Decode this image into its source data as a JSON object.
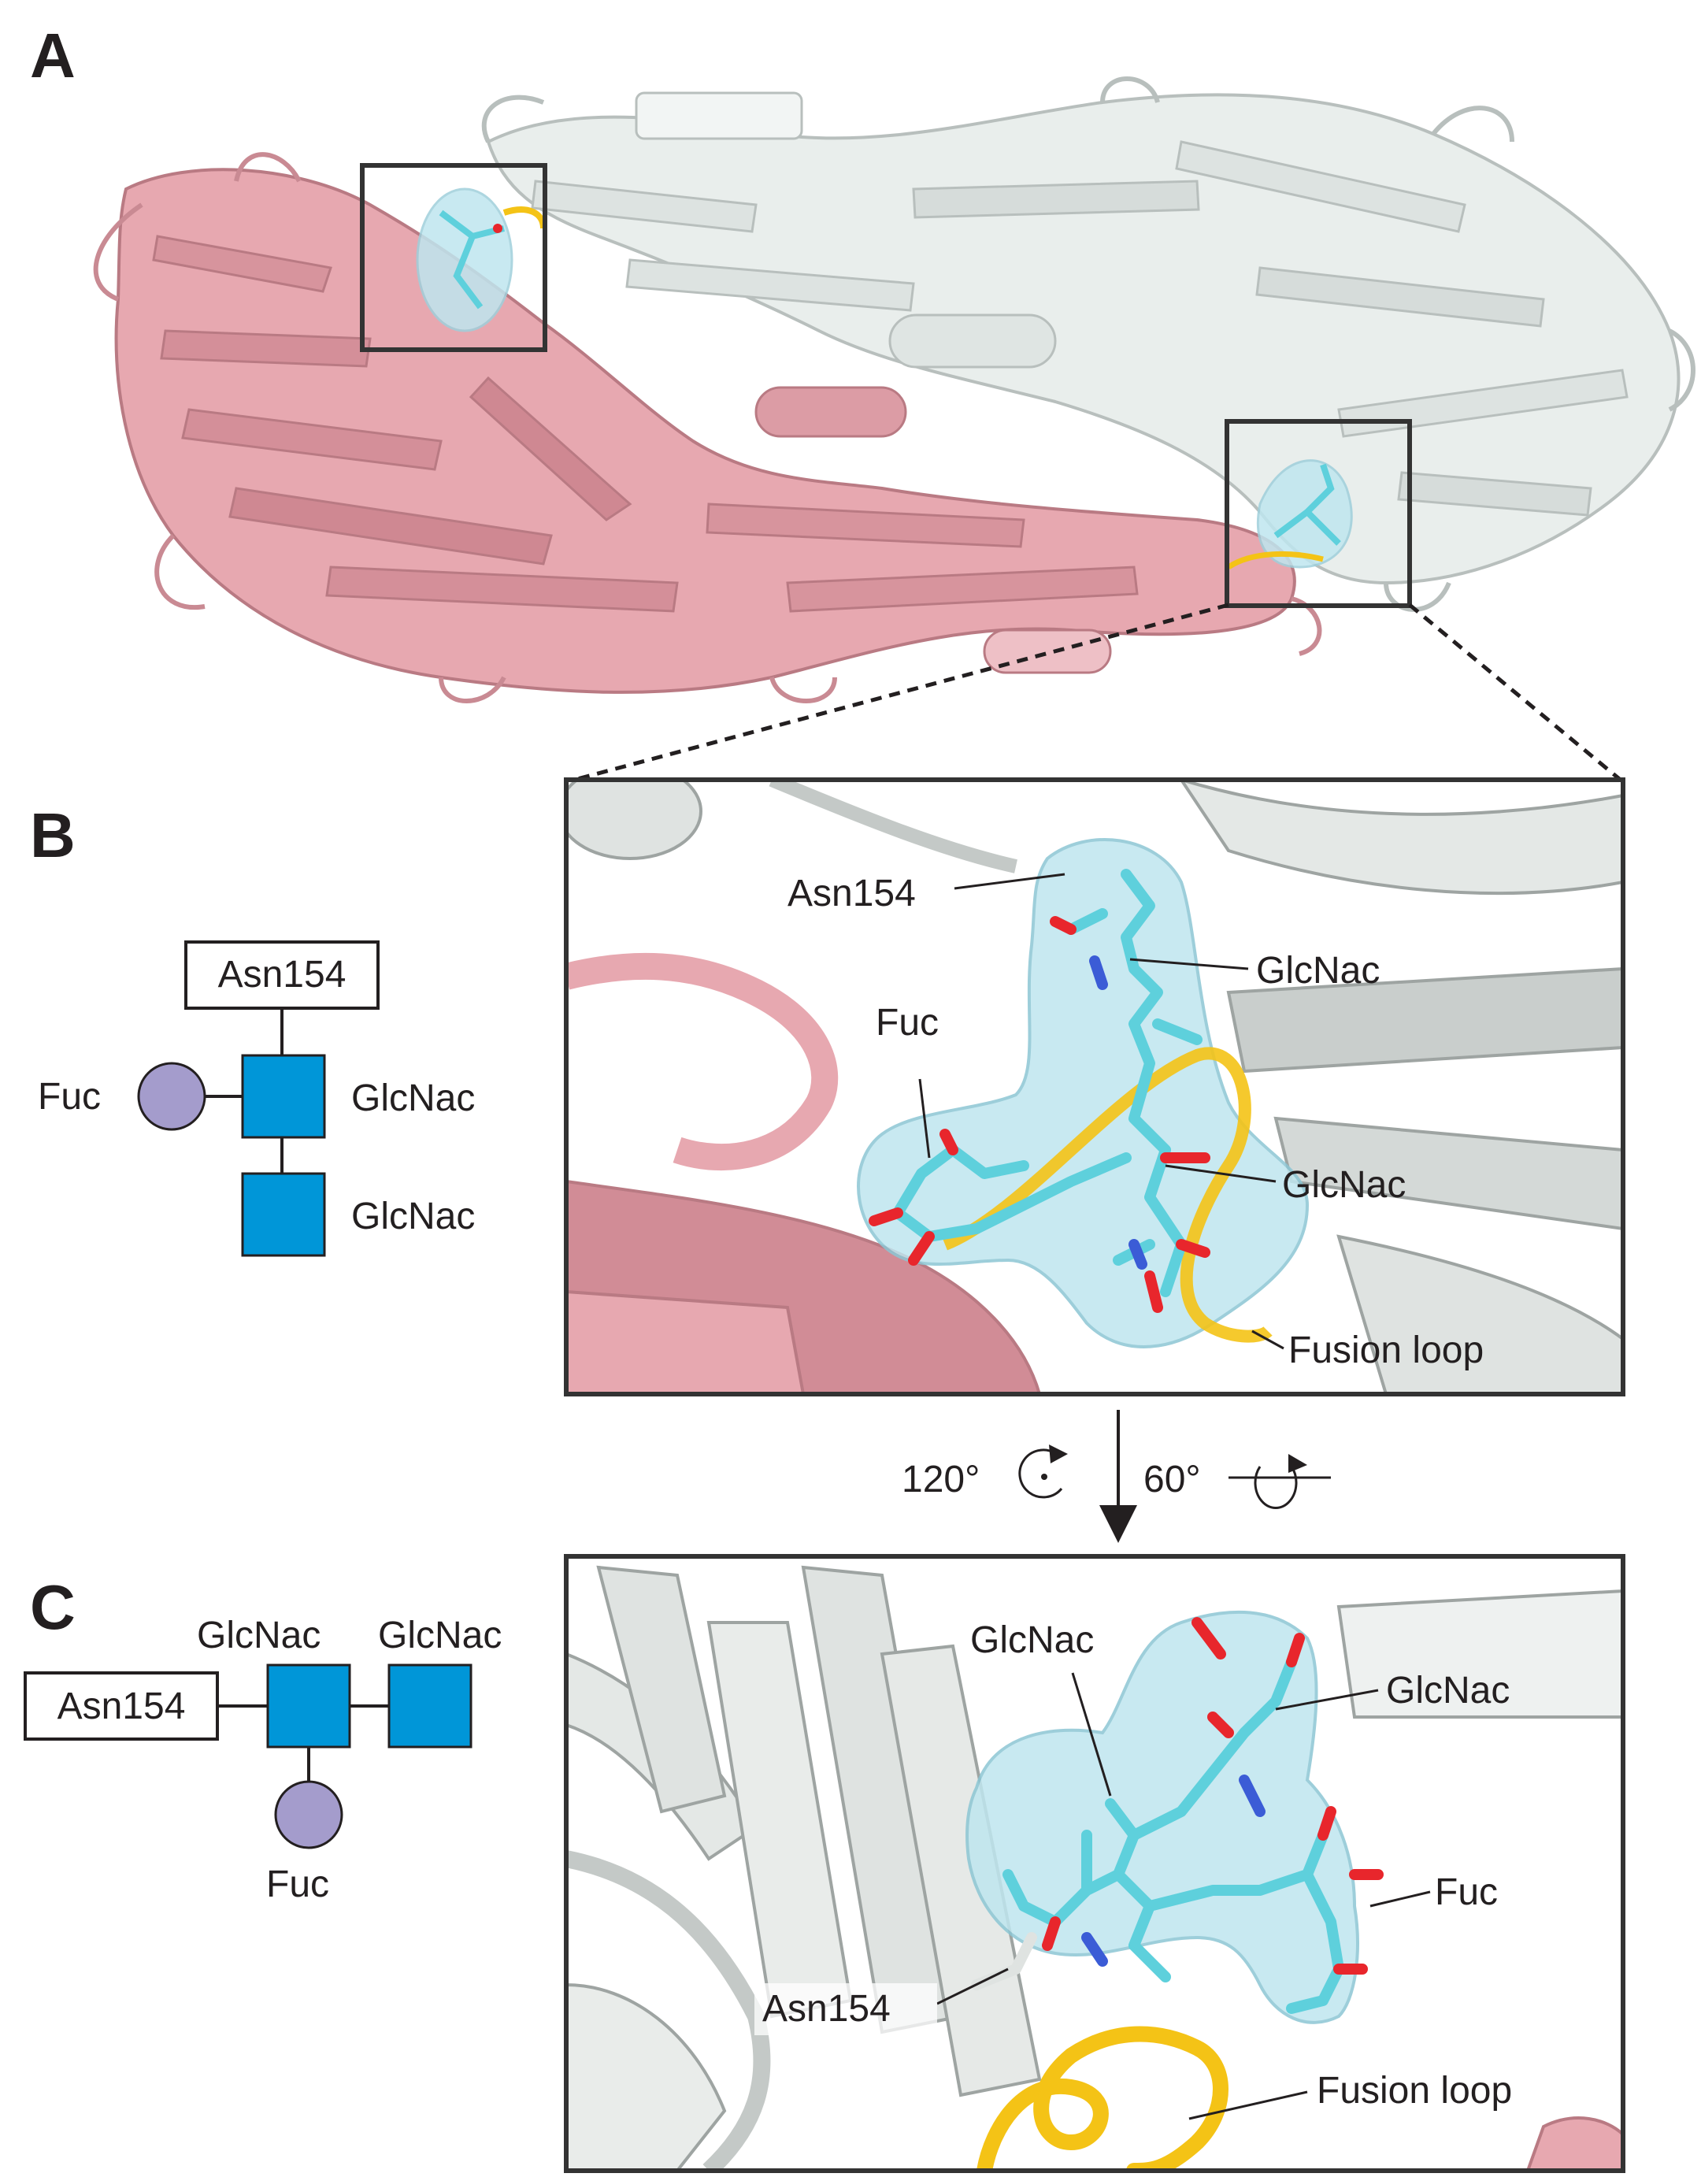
{
  "panels": {
    "a": "A",
    "b": "B",
    "c": "C"
  },
  "colors": {
    "chain_pink": "#e7a8b0",
    "chain_pink_dark": "#c98a93",
    "chain_white": "#e9eeec",
    "chain_white_edge": "#b8bfbd",
    "glycan_carbon": "#5ed0dc",
    "oxygen": "#e8262c",
    "nitrogen": "#3b5cd6",
    "density_surface": "#bfe6ef",
    "fusion_loop": "#f4c316",
    "glcnac_square": "#0096d8",
    "fuc_circle": "#a49ccc"
  },
  "schematic_b": {
    "asn": "Asn154",
    "fuc": "Fuc",
    "glcnac1": "GlcNac",
    "glcnac2": "GlcNac"
  },
  "schematic_c": {
    "asn": "Asn154",
    "fuc": "Fuc",
    "glcnac1": "GlcNac",
    "glcnac2": "GlcNac"
  },
  "detail_b": {
    "asn": "Asn154",
    "glcnac1": "GlcNac",
    "fuc": "Fuc",
    "glcnac2": "GlcNac",
    "fusion_loop": "Fusion loop"
  },
  "rotation": {
    "angle1": "120°",
    "angle2": "60°"
  },
  "detail_c": {
    "glcnac1": "GlcNac",
    "glcnac2": "GlcNac",
    "fuc": "Fuc",
    "asn": "Asn154",
    "fusion_loop": "Fusion loop"
  }
}
